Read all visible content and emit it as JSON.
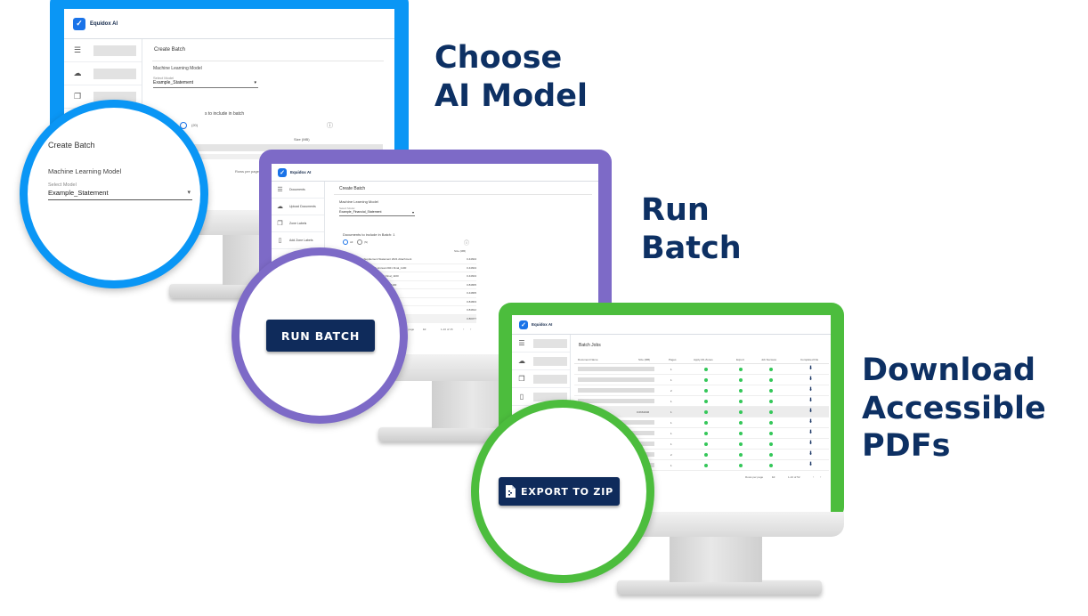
{
  "colors": {
    "monitor1": "#0a96f5",
    "monitor2": "#7d6ac7",
    "monitor3": "#4cbd3d",
    "navy": "#0f2b5b",
    "heading": "#0d3063"
  },
  "steps": [
    {
      "line1": "Choose",
      "line2": "AI Model"
    },
    {
      "line1": "Run",
      "line2": "Batch"
    },
    {
      "line1": "Download",
      "line2": "Accessible",
      "line3": "PDFs"
    }
  ],
  "app": {
    "name": "Equidox AI"
  },
  "screen1": {
    "page_title": "Create Batch",
    "model_label": "Machine Learning Model",
    "select_caption": "Select Model",
    "select_value": "Example_Statement",
    "docs_label": "s to include in batch",
    "radio_count": "(20)",
    "size_header": "Size (MB)",
    "rows_per_page": "Rows per page"
  },
  "zoom1": {
    "page_title": "Create Batch",
    "model_label": "Machine Learning Model",
    "select_caption": "Select Model",
    "select_value": "Example_Statement"
  },
  "screen2": {
    "sidebar": [
      "Documents",
      "Upload Documents",
      "Zone Labels",
      "Add Zone Labels"
    ],
    "page_title": "Create Batch",
    "model_label": "Machine Learning Model",
    "select_caption": "Select Model",
    "select_value": "Example_Financial_Statement",
    "docs_label": "Documents to include in Batch: 1",
    "radio_all": "All",
    "radio_n": "(N)",
    "size_header": "Size (MB)",
    "doc_rows": [
      {
        "name": "...Supplementary Supplement Statement 2021 Attachment",
        "size": "0.44604"
      },
      {
        "name": "...2021 % Supplemental Sub-Annual 2021 Final_1100",
        "size": "0.44604"
      },
      {
        "name": "...s Supplemental Sub-Annual 2021 Final_1100",
        "size": "0.44604"
      },
      {
        "name": "...Supplemental Sub-Annual 2021 Final_1100",
        "size": "0.84805"
      },
      {
        "name": "...Supplemental Sub-Annual 2021 Final_1101",
        "size": "0.44805"
      },
      {
        "name": "...s Supplemental Sub-Annual 2021 Final_1",
        "size": "0.84803"
      },
      {
        "name": "...Supplemental Sub-Annual 2021 Report",
        "size": "0.84812"
      },
      {
        "name": "",
        "size": "0.80077"
      }
    ],
    "rows_per_page": "Rows per page",
    "rows_value": "10",
    "pagination": "1-10 of 15"
  },
  "zoom2": {
    "button": "RUN BATCH"
  },
  "screen3": {
    "page_title": "Batch Jobs",
    "columns": [
      "Document Name",
      "Size (MB)",
      "Pages",
      "Apply ML Zones",
      "Export",
      "Job Success",
      "Completed File"
    ],
    "highlight_size": "0.0661946",
    "rows": [
      {
        "pages": "1",
        "ml": "#34c759",
        "exp": "#34c759",
        "job": "#34c759"
      },
      {
        "pages": "1",
        "ml": "#34c759",
        "exp": "#34c759",
        "job": "#34c759"
      },
      {
        "pages": "2",
        "ml": "#34c759",
        "exp": "#34c759",
        "job": "#34c759"
      },
      {
        "pages": "1",
        "ml": "#34c759",
        "exp": "#34c759",
        "job": "#34c759"
      },
      {
        "pages": "1",
        "ml": "#34c759",
        "exp": "#34c759",
        "job": "#34c759"
      },
      {
        "pages": "1",
        "ml": "#34c759",
        "exp": "#34c759",
        "job": "#34c759"
      },
      {
        "pages": "1",
        "ml": "#34c759",
        "exp": "#34c759",
        "job": "#34c759"
      },
      {
        "pages": "1",
        "ml": "#34c759",
        "exp": "#34c759",
        "job": "#34c759"
      },
      {
        "pages": "2",
        "ml": "#34c759",
        "exp": "#34c759",
        "job": "#34c759"
      },
      {
        "pages": "1",
        "ml": "#34c759",
        "exp": "#34c759",
        "job": "#34c759"
      }
    ],
    "rows_per_page": "Rows per page",
    "rows_value": "10",
    "pagination": "1-10 of 52"
  },
  "zoom3": {
    "button": "EXPORT TO ZIP",
    "icon": "file-zip-icon"
  }
}
